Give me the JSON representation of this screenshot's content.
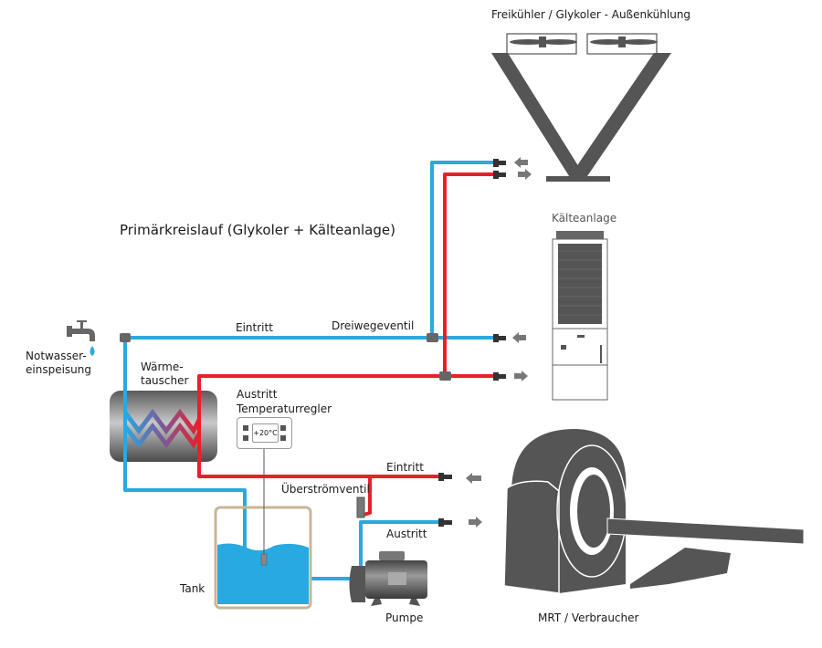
{
  "labels": {
    "free_cooler": "Freikühler / Glykoler - Außenkühlung",
    "chiller": "Kälteanlage",
    "primary_circuit": "Primärkreislauf (Glykoler + Kälteanlage)",
    "inlet_primary": "Eintritt",
    "three_way_valve": "Dreiwegeventil",
    "emergency_water_line1": "Notwasser-",
    "emergency_water_line2": "einspeisung",
    "heat_exchanger_line1": "Wärme-",
    "heat_exchanger_line2": "tauscher",
    "outlet_primary": "Austritt",
    "temp_controller": "Temperaturregler",
    "temp_setpoint": "+20°C",
    "inlet_consumer": "Eintritt",
    "overflow_valve": "Überströmventil",
    "outlet_consumer": "Austritt",
    "tank": "Tank",
    "pump": "Pumpe",
    "mri_consumer": "MRT / Verbraucher"
  },
  "colors": {
    "cold_pipe": "#29a9e1",
    "hot_pipe": "#e8202a",
    "equipment": "#555555",
    "tank_border": "#c8b59a",
    "water": "#29a9e1"
  }
}
